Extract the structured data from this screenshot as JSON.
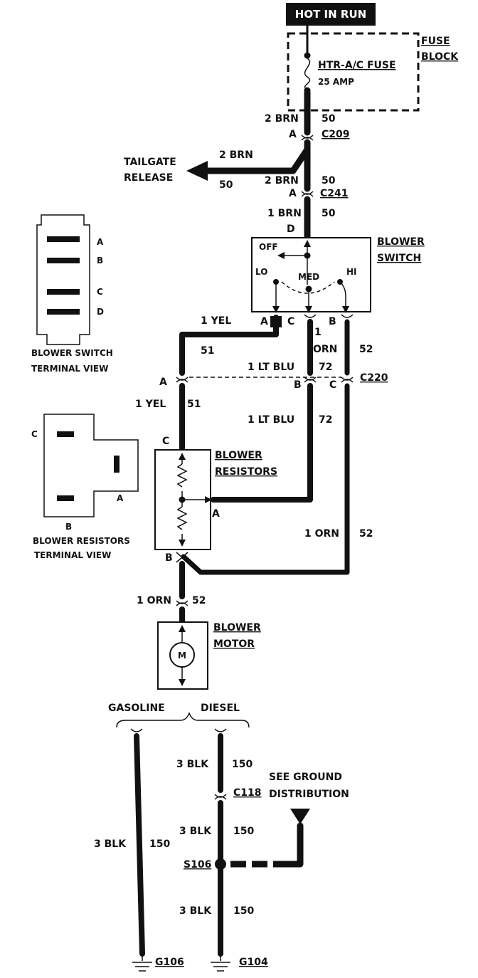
{
  "header": {
    "hot_in_run": "HOT IN RUN"
  },
  "fuse_block": {
    "title_line1": "FUSE",
    "title_line2": "BLOCK",
    "fuse_name": "HTR-A/C FUSE",
    "fuse_rating": "25 AMP"
  },
  "wires": {
    "fuse_out_label": "2 BRN",
    "fuse_out_num": "50",
    "tailgate_wire": "2 BRN",
    "tailgate_num": "50",
    "to_c241_label": "2 BRN",
    "to_c241_num": "50",
    "to_switch_label": "1 BRN",
    "to_switch_num": "50",
    "yel_label": "1 YEL",
    "yel_num": "51",
    "yel2_label": "1 YEL",
    "yel2_num": "51",
    "orn_label": "ORN",
    "orn_num": "52",
    "orn_prefix": "1",
    "ltblu_label": "1 LT BLU",
    "ltblu_num": "72",
    "ltblu2_label": "1 LT BLU",
    "ltblu2_num": "72",
    "orn2_label": "1 ORN",
    "orn2_num": "52",
    "orn3_label": "1 ORN",
    "orn3_num": "52",
    "blk1_label": "3 BLK",
    "blk1_num": "150",
    "blk2_label": "3 BLK",
    "blk2_num": "150",
    "blk3_label": "3 BLK",
    "blk3_num": "150",
    "blk_gas_label": "3 BLK",
    "blk_gas_num": "150"
  },
  "connectors": {
    "c209": "C209",
    "c209_pin": "A",
    "c241": "C241",
    "c241_pin": "A",
    "switch_pin_d": "D",
    "c220": "C220",
    "c220_pin_a": "A",
    "c220_pin_b": "B",
    "c220_pin_c": "C",
    "c118": "C118",
    "s106": "S106",
    "g106": "G106",
    "g104": "G104"
  },
  "tailgate": {
    "line1": "TAILGATE",
    "line2": "RELEASE"
  },
  "blower_switch": {
    "title_line1": "BLOWER",
    "title_line2": "SWITCH",
    "off": "OFF",
    "lo": "LO",
    "med": "MED",
    "hi": "HI",
    "pin_a": "A",
    "pin_c": "C",
    "pin_b": "B"
  },
  "blower_resistors": {
    "title_line1": "BLOWER",
    "title_line2": "RESISTORS",
    "pin_c": "C",
    "pin_a": "A",
    "pin_b": "B"
  },
  "blower_motor": {
    "title_line1": "BLOWER",
    "title_line2": "MOTOR",
    "symbol": "M"
  },
  "switch_terminal_view": {
    "pins": [
      "A",
      "B",
      "C",
      "D"
    ],
    "caption_line1": "BLOWER SWITCH",
    "caption_line2": "TERMINAL VIEW"
  },
  "resistor_terminal_view": {
    "pin_c": "C",
    "pin_a": "A",
    "pin_b": "B",
    "caption_line1": "BLOWER RESISTORS",
    "caption_line2": "TERMINAL VIEW"
  },
  "ground": {
    "gasoline": "GASOLINE",
    "diesel": "DIESEL",
    "see_line1": "SEE GROUND",
    "see_line2": "DISTRIBUTION"
  }
}
